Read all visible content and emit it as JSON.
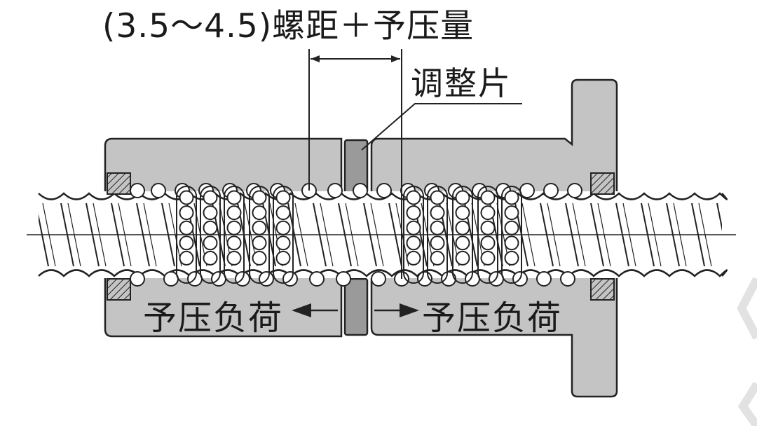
{
  "labels": {
    "preload_dimension": "(3.5～4.5)螺距＋予压量",
    "shim": "调整片",
    "preload_load_left": "予压负荷",
    "preload_load_right": "予压负荷"
  },
  "colors": {
    "nut_body": "#c4c4c4",
    "shim": "#9a9a9a",
    "shaft_outline": "#222222",
    "ball_fill": "#ffffff",
    "text": "#1a1a1a",
    "watermark": "#e0e0e0"
  }
}
